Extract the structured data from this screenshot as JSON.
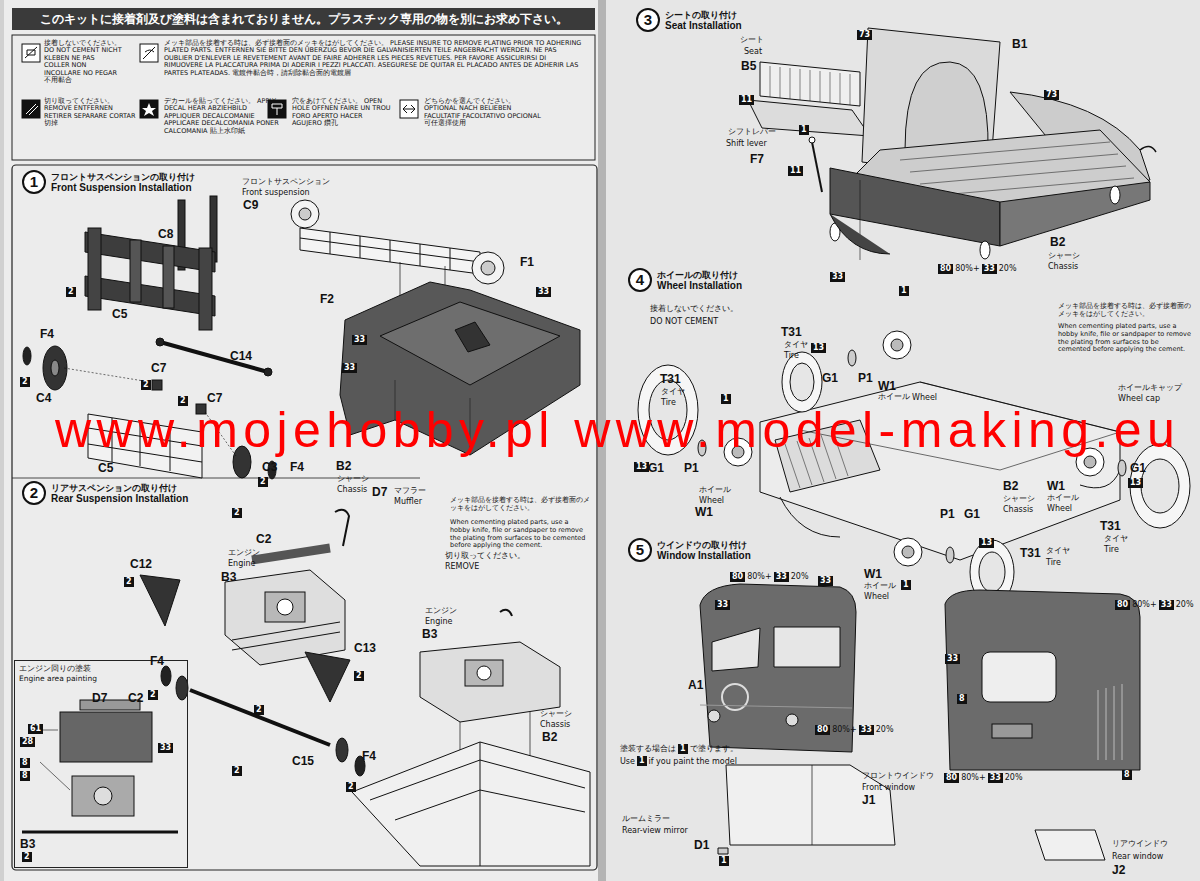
{
  "diagram": {
    "nodes": [
      {
        "text": [
          "このキットに接着剤及び塗料は含まれておりません。プラスチック専用の物を別にお求め下さい。"
        ]
      },
      {
        "text": [
          "1",
          "フロントサスペンションの取り付け",
          "Front Suspension Installation"
        ]
      },
      {
        "text": [
          "2",
          "リアサスペンションの取り付け",
          "Rear Suspension Installation"
        ]
      },
      {
        "text": [
          "エンジン回りの塗装",
          "Engine area painting"
        ]
      },
      {
        "text": [
          "3",
          "シートの取り付け",
          "Seat Installation"
        ]
      },
      {
        "text": [
          "4",
          "ホイールの取り付け",
          "Wheel Installation"
        ]
      },
      {
        "text": [
          "5",
          "ウインドウの取り付け",
          "Window Installation"
        ]
      }
    ],
    "labels": [
      "フロントサスペンション",
      "Front suspension",
      "C9",
      "C8",
      "2",
      "F1",
      "33",
      "F2",
      "33",
      "33",
      "C5",
      "F4",
      "C14",
      "C7",
      "2",
      "2",
      "C4",
      "C7",
      "2",
      "C5",
      "C3",
      "F4",
      "2",
      "B2",
      "シャーシ",
      "Chassis",
      "2",
      "D7",
      "マフラー",
      "Muffler",
      "メッキ部品を接着する時は、必ず接着面のメッキをはがしてください。",
      "When cementing plated parts, use a hobby knife, file or sandpaper to remove the plating from surfaces to be cemented before applying the cement.",
      "C2",
      "切り取ってください。",
      "REMOVE",
      "エンジン",
      "Engine",
      "B3",
      "C12",
      "2",
      "C13",
      "2",
      "F4",
      "2",
      "2",
      "C15",
      "2",
      "F4",
      "2",
      "エンジン",
      "Engine",
      "B3",
      "シャーシ",
      "Chassis",
      "B2",
      "D7",
      "C2",
      "61",
      "28",
      "33",
      "8",
      "8",
      "B3",
      "2",
      "シート",
      "Seat",
      "B5",
      "73",
      "B1",
      "73",
      "11",
      "シフトレバー",
      "Shift lever",
      "F7",
      "1",
      "11",
      "B2",
      "シャーシ",
      "Chassis",
      "33",
      "80",
      "80%+",
      "33",
      "20%",
      "接着しないでください。",
      "DO NOT CEMENT",
      "メッキ部品を接着する時は、必ず接着面のメッキをはがしてください。",
      "When cementing plated parts, use a hobby knife, file or sandpaper to remove the plating from surfaces to be cemented before applying the cement.",
      "1",
      "T31",
      "タイヤ",
      "Tire",
      "13",
      "T31",
      "タイヤ",
      "Tire",
      "G1",
      "P1",
      "W1",
      "ホイール",
      "Wheel",
      "1",
      "13",
      "G1",
      "P1",
      "ホイール",
      "Wheel",
      "W1",
      "ホイールキャップ",
      "Wheel cap",
      "G1",
      "13",
      "B2",
      "シャーシ",
      "Chassis",
      "W1",
      "ホイール",
      "Wheel",
      "T31",
      "タイヤ",
      "Tire",
      "P1",
      "G1",
      "13",
      "W1",
      "ホイール",
      "Wheel",
      "1",
      "T31",
      "タイヤ",
      "Tire",
      "80",
      "80%+",
      "33",
      "20%",
      "33",
      "33",
      "A1",
      "80",
      "80%+",
      "33",
      "20%",
      "塗装する場合は",
      "1",
      "で塗ります。",
      "Use",
      "1",
      "if you paint the model",
      "フロントウインドウ",
      "Front window",
      "J1",
      "ルームミラー",
      "Rear-view mirror",
      "D1",
      "1",
      "80",
      "80%+",
      "33",
      "20%",
      "33",
      "8",
      "80",
      "80%+",
      "33",
      "20%",
      "8",
      "リアウインドウ",
      "Rear window",
      "J2",
      "www.mojehobby.pl www.model-making.eu"
    ],
    "legend": [
      {
        "text": "接着しないでください。 DO NOT CEMENT NICHT KLEBEN NE PAS COLLER NON INCOLLARE NO PEGAR 不用黏合"
      },
      {
        "text": "メッキ部品を接着する時は、必ず接着面のメッキをはがしてください。 PLEASE INSURE TO REMOVE PLATING PRIOR TO ADHERING PLATED PARTS. ENTFERNEN SIE BITTE DEN ÜBERZUG BEVOR DIE GALVANISIERTEN TEILE ANGEBRACHT WERDEN. NE PAS OUBLIER D'ENLEVER LE REVETEMENT AVANT DE FAIRE ADHERER LES PIECES REVETUES. PER FAVORE ASSICURIRSI DI RIMUOVERE LA PLACCATURA PRIMA DI ADERIR I PEZZI PLACCATI. ASEGURESE DE QUITAR EL PLACADO ANTES DE ADHERIR LAS PARTES PLATEADAS. 電鍍件黏合時，請刮除黏合面的電鍍層"
      },
      {
        "text": "切り取ってください。 REMOVE ENTFERNEN RETIRER SEPARARE CORTAR 切掉"
      },
      {
        "text": "デカールを貼ってください。 APPLY DECAL HEAR ABZIEHBILD APPLIQUER DECALCOMANIE APPLICARE DECALCOMANIA PONER CALCOMANIA 貼上水印紙"
      },
      {
        "text": "穴をあけてください。 OPEN HOLE OFFNEN FAIRE UN TROU FORO APERTO HACER AGUJERO 鑽孔"
      },
      {
        "text": "どちらかを選んでください。 OPTIONAL NACH BELIEBEN FACULTATIF FACOLTATIVO OPCIONAL 可任選擇使用"
      }
    ]
  }
}
